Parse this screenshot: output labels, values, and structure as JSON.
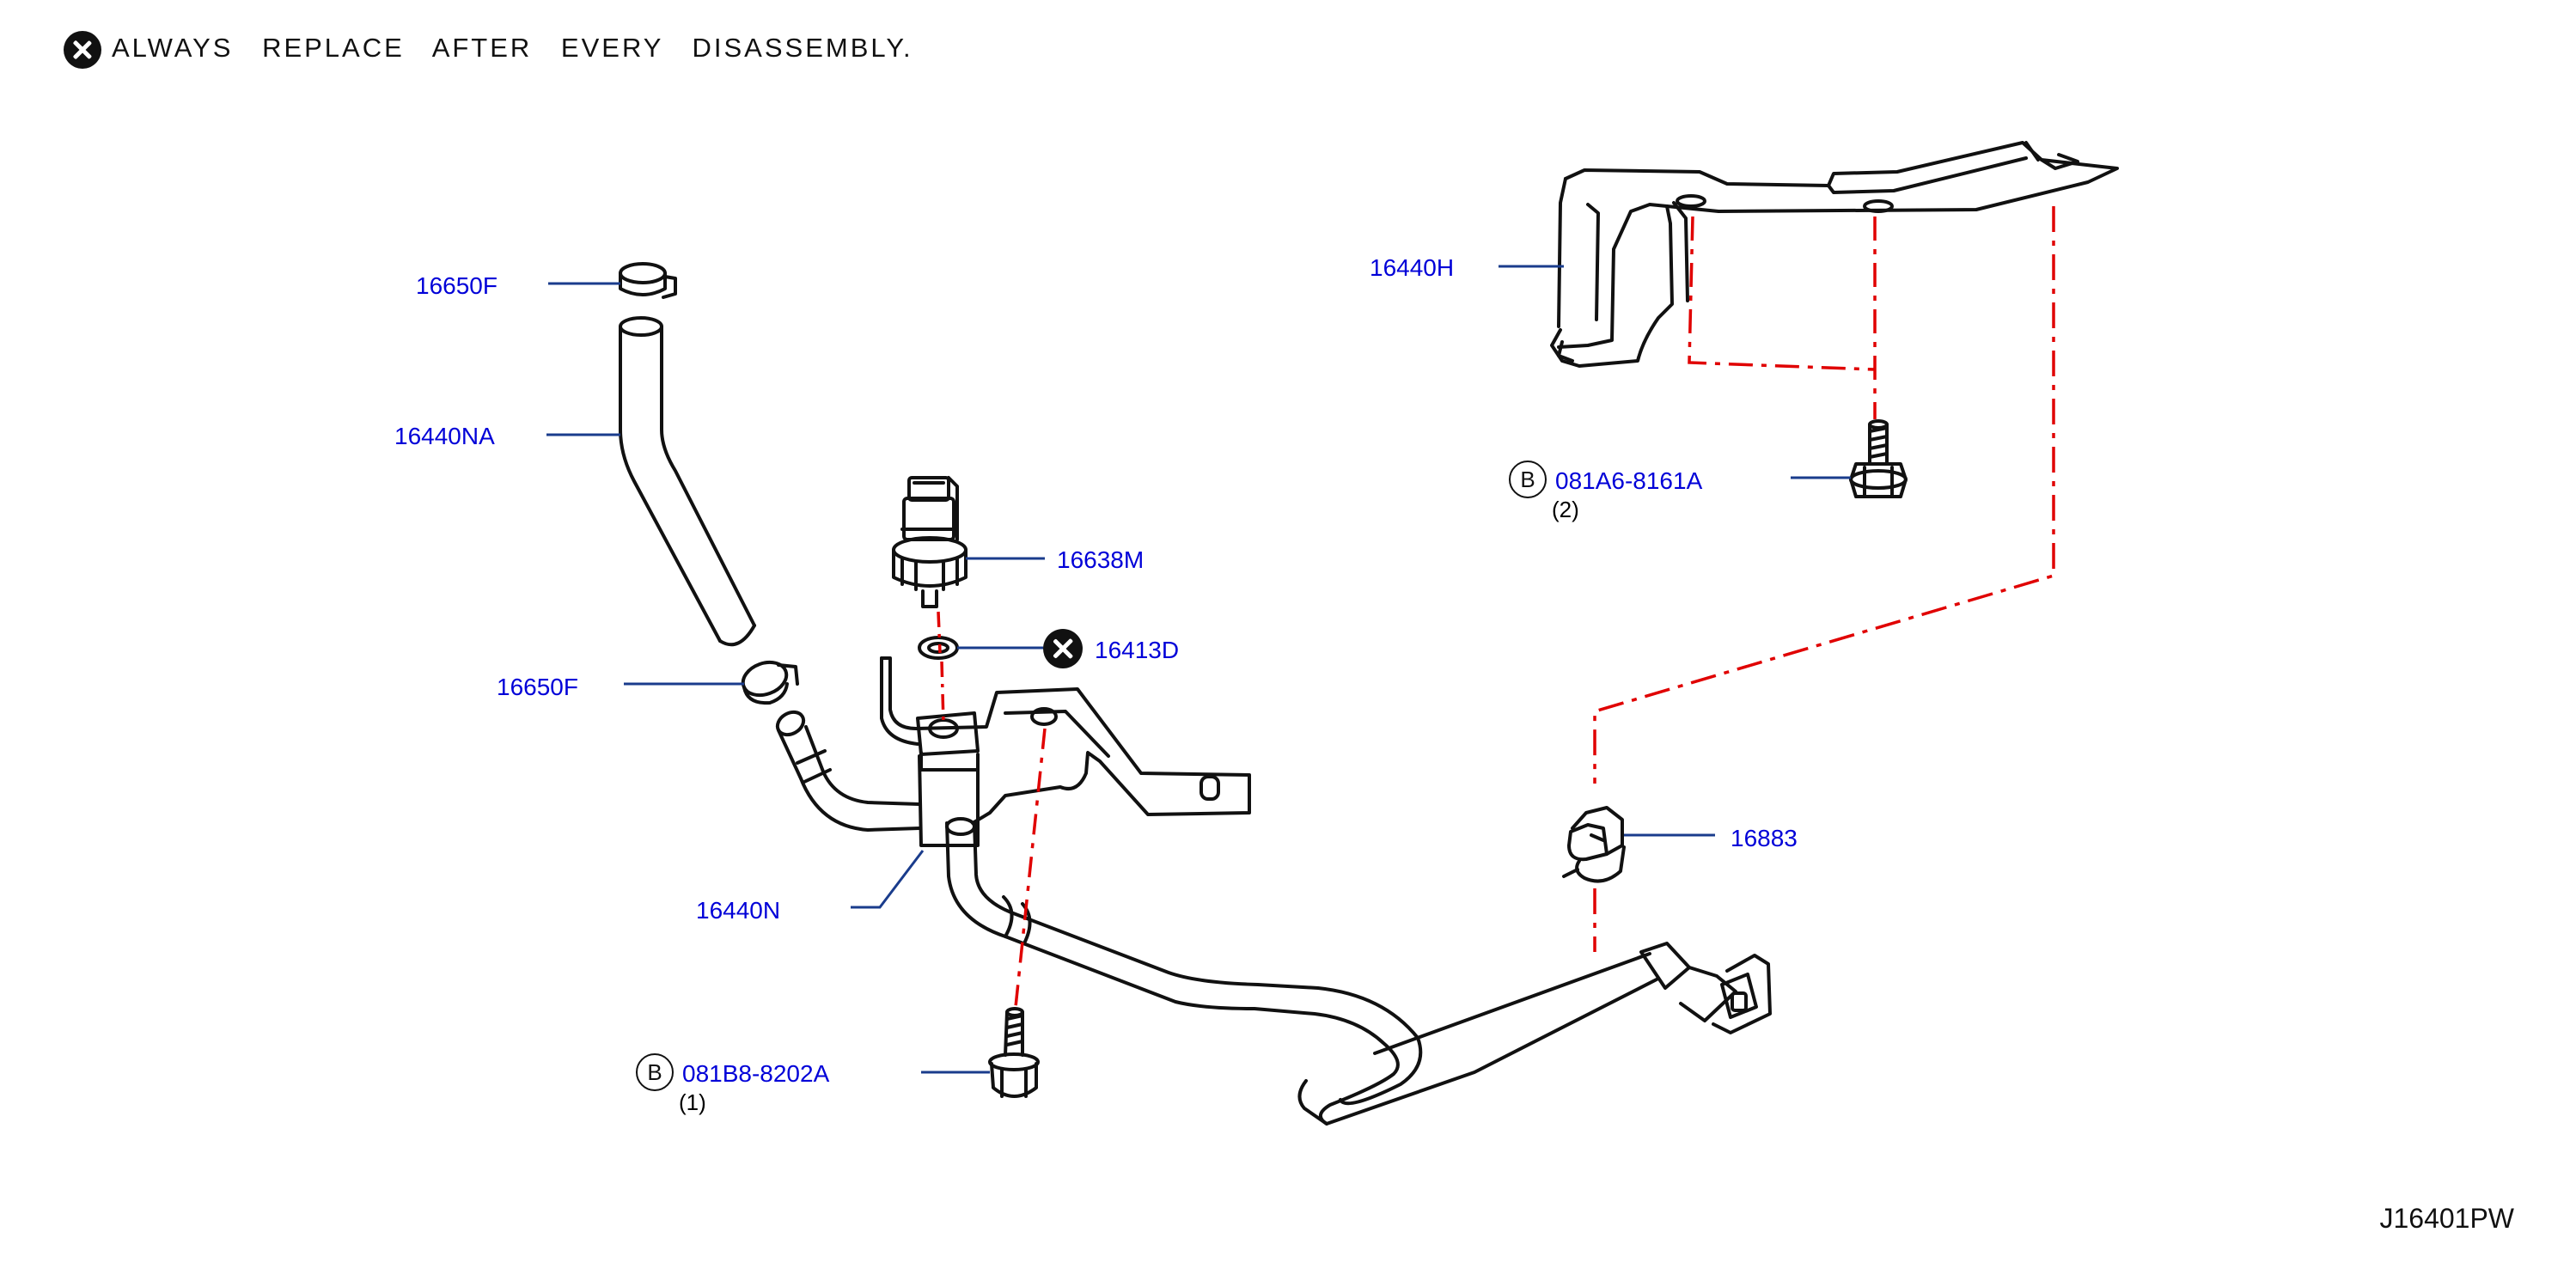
{
  "note": {
    "symbol": "replace-x-icon",
    "text": "ALWAYS REPLACE AFTER EVERY DISASSEMBLY."
  },
  "parts": {
    "p16650F_top": "16650F",
    "p16440NA": "16440NA",
    "p16638M": "16638M",
    "p16413D": "16413D",
    "p16650F_lower": "16650F",
    "p16440N": "16440N",
    "p16440H": "16440H",
    "p16883": "16883",
    "bolt_081A6": "081A6-8161A",
    "bolt_081A6_qty": "(2)",
    "bolt_081B8": "081B8-8202A",
    "bolt_081B8_qty": "(1)",
    "bolt_marker": "B"
  },
  "diagram_id": "J16401PW",
  "colors": {
    "label": "#0000d8",
    "leader": "#1a3c8c",
    "line_art": "#111111",
    "assembly_line": "#e00000"
  }
}
